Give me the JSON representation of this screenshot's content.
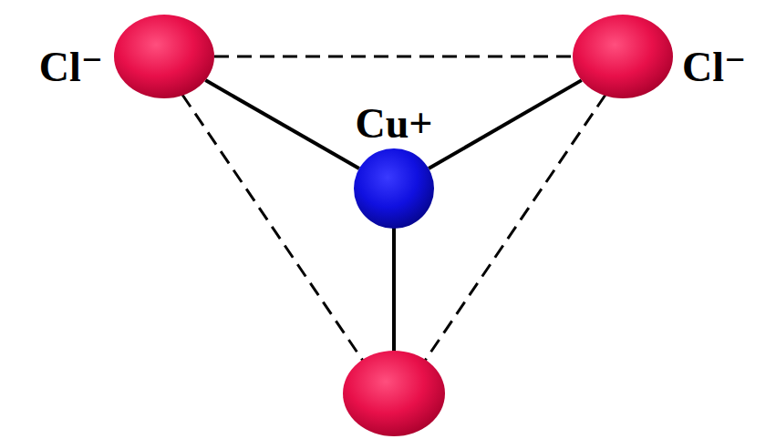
{
  "diagram": {
    "nodes": [
      {
        "text": [
          "Cl⁻"
        ]
      },
      {
        "text": [
          "Cl⁻"
        ]
      },
      {
        "text": [
          "Cu+"
        ]
      }
    ],
    "edges": [
      {
        "from": 2,
        "to": 0,
        "arrow": "none"
      },
      {
        "from": 2,
        "to": 1,
        "arrow": "none"
      },
      {
        "from": 0,
        "to": 1,
        "arrow": "none"
      }
    ]
  }
}
